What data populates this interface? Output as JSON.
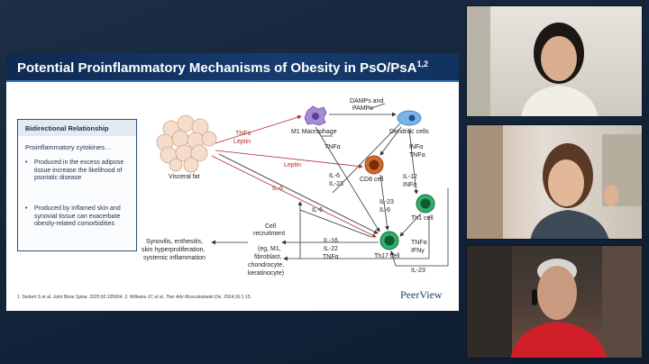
{
  "slide": {
    "title": "Potential Proinflammatory Mechanisms of Obesity in PsO/PsA",
    "title_sup": "1,2",
    "box": {
      "title": "Bidirectional Relationship",
      "subtitle": "Proinflammatory cytokines…",
      "bullets": [
        "Produced in the excess adipose tissue increase the likelihood of psoriatic disease",
        "Produced by inflamed skin and synovial tissue can exacerbate obesity-related comorbidities"
      ]
    },
    "diagram": {
      "visceral_fat": "Visceral fat",
      "tnfa_leptin_1": "TNFα",
      "tnfa_leptin_2": "Leptin",
      "leptin": "Leptin",
      "il6_red": "IL-6",
      "damps_1": "DAMPs and",
      "damps_2": "PAMPs",
      "m1_macrophage": "M1 Macrophage",
      "dendritic_cells": "Dendritic cells",
      "tnfa_left": "TNFα",
      "infa_tnfa_1": "INFα",
      "infa_tnfa_2": "TNFα",
      "il6_il23_1": "IL-6",
      "il6_il23_2": "IL-23",
      "cd8_cell": "CD8 cell",
      "il12_infa_1": "IL-12",
      "il12_infa_2": "INFα",
      "il6_mid": "IL-6",
      "il23_il6_1": "IL-23",
      "il23_il6_2": "IL-6",
      "th1_cell": "Th1 cell",
      "th17_cell": "Th17 cell",
      "tnfa_ifng_1": "TNFα",
      "tnfa_ifng_2": "IFNγ",
      "il23_bottom": "IL-23",
      "il16_group": [
        "IL-16",
        "IL-22",
        "TNFα"
      ],
      "cell_recruitment": [
        "Cell",
        "recruitment",
        "(eg, M1,",
        "fibroblast,",
        "chondrocyte,",
        "keratinocyte)"
      ],
      "synovitis": [
        "Synovilis, enthesitis,",
        "skin hyperproliferation,",
        "systemic inflammation"
      ]
    },
    "footnote_plain_1": "1. Siebert S et al. ",
    "footnote_journal_1": "Joint Bone Spine.",
    "footnote_plain_2": " 2025;92:105904. 2. Williams JC et al. ",
    "footnote_journal_2": "Ther Adv Musculoskelet Dis.",
    "footnote_plain_3": " 2024;16:1-15.",
    "logo": "PeerView"
  },
  "colors": {
    "header_bg": "#163b6e",
    "accent_red": "#b4282e",
    "cell_orange": "#c8561f",
    "cell_green": "#1f9e5a",
    "macrophage_purple": "#8a6fc4",
    "dendritic_blue": "#4a8fd0"
  }
}
